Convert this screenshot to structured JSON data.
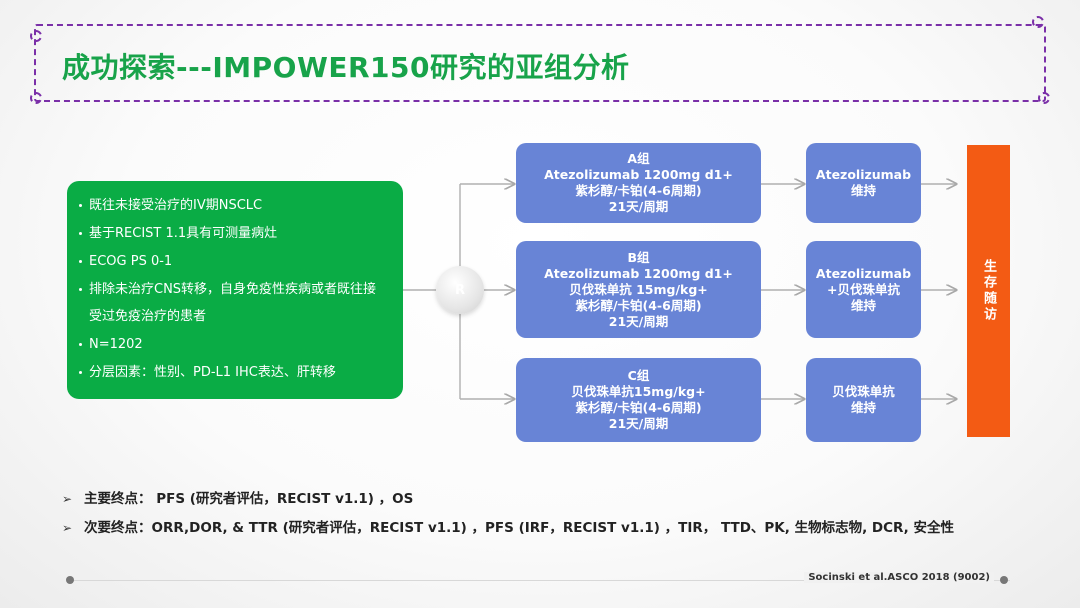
{
  "title": "成功探索---IMPOWER150研究的亚组分析",
  "criteria": [
    "既往未接受治疗的IV期NSCLC",
    "基于RECIST 1.1具有可测量病灶",
    "ECOG PS 0-1",
    "排除未治疗CNS转移，自身免疫性疾病或者既往接",
    "受过免疫治疗的患者",
    "N=1202",
    "分层因素：性别、PD-L1 IHC表达、肝转移"
  ],
  "randomization_label": "R",
  "arms": [
    {
      "name": "A组",
      "regimen": [
        "Atezolizumab 1200mg d1+",
        "紫杉醇/卡铂(4-6周期)",
        "21天/周期"
      ],
      "maintenance": [
        "Atezolizumab",
        "维持"
      ]
    },
    {
      "name": "B组",
      "regimen": [
        "Atezolizumab 1200mg d1+",
        "贝伐珠单抗 15mg/kg+",
        "紫杉醇/卡铂(4-6周期)",
        "21天/周期"
      ],
      "maintenance": [
        "Atezolizumab",
        "+贝伐珠单抗",
        "维持"
      ]
    },
    {
      "name": "C组",
      "regimen": [
        "贝伐珠单抗15mg/kg+",
        "紫杉醇/卡铂(4-6周期)",
        "21天/周期"
      ],
      "maintenance": [
        "贝伐珠单抗",
        "维持"
      ]
    }
  ],
  "followup_label": "生存随访",
  "endpoints": {
    "primary": "主要终点： PFS (研究者评估，RECIST v1.1) ，OS",
    "secondary": "次要终点：ORR,DOR, & TTR (研究者评估，RECIST v1.1) ，PFS (IRF，RECIST v1.1) ，TIR， TTD、PK, 生物标志物, DCR, 安全性"
  },
  "citation": "Socinski et al.ASCO 2018 (9002)",
  "colors": {
    "title": "#18a34a",
    "frame": "#7a2fa8",
    "criteria_box": "#0aac45",
    "arm_box": "#6884d6",
    "followup_box": "#f35b14"
  }
}
